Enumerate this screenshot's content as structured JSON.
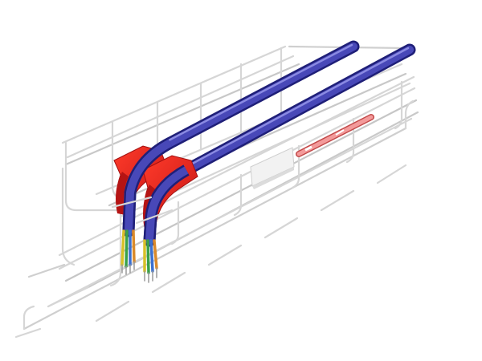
{
  "scene": {
    "description_visible_text": "",
    "colors": {
      "background": "#ffffff",
      "wire": "#d8d8d8",
      "wire_shadow": "#b4b4b4",
      "cable_dark": "#1f1f78",
      "cable_mid": "#3a3aa8",
      "cable_light": "#6d6dd6",
      "bracket": "#e32222",
      "bracket_shadow": "#b51414",
      "pink_tube": "#f07a7a",
      "label_plate": "#efefef",
      "conductor_yellow": "#d7c128",
      "conductor_green": "#3aa048",
      "conductor_blue": "#3a6fd0",
      "conductor_orange": "#d98a2b"
    },
    "objects": [
      {
        "name": "wire-mesh-cable-tray"
      },
      {
        "name": "blue-power-cable-1"
      },
      {
        "name": "blue-power-cable-2"
      },
      {
        "name": "red-bend-radius-bracket-1"
      },
      {
        "name": "red-bend-radius-bracket-2"
      },
      {
        "name": "pink-cable-segment"
      },
      {
        "name": "white-label-plate"
      },
      {
        "name": "exposed-conductors-1"
      },
      {
        "name": "exposed-conductors-2"
      }
    ]
  }
}
